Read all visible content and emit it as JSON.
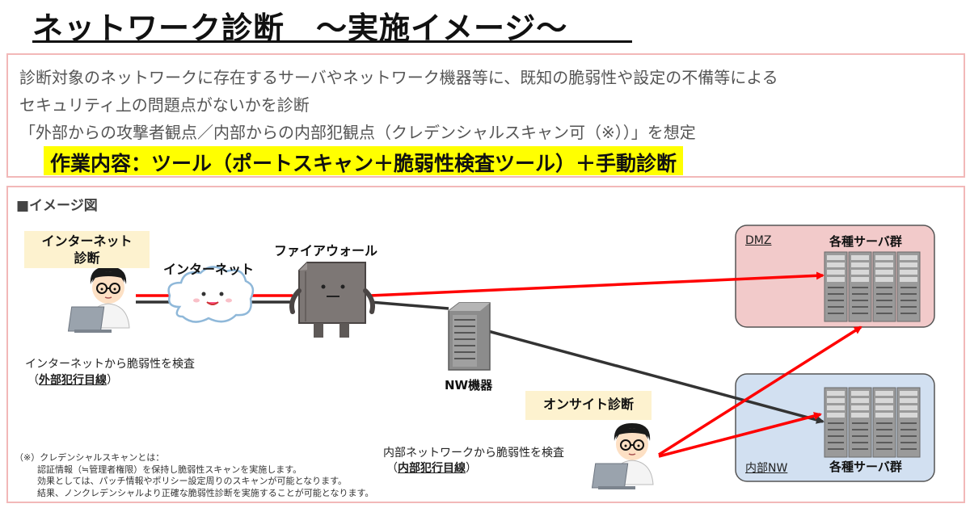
{
  "title": "ネットワーク診断　～実施イメージ～",
  "description": {
    "line1": "診断対象のネットワークに存在するサーバやネットワーク機器等に、既知の脆弱性や設定の不備等による",
    "line2": "セキュリティ上の問題点がないかを診断",
    "line3": "「外部からの攻撃者観点／内部からの内部犯観点（クレデンシャルスキャン可（※））」を想定",
    "work": "作業内容：ツール（ポートスキャン＋脆弱性検査ツール）＋手動診断"
  },
  "image": {
    "heading": "■イメージ図",
    "internet_diag_tag": "インターネット\n診断",
    "internet_label": "インターネット",
    "firewall_label": "ファイアウォール",
    "nw_label": "NW機器",
    "onsite_tag": "オンサイト診断",
    "external_text": "インターネットから脆弱性を検査",
    "external_sub": "外部犯行目線",
    "internal_text": "内部ネットワークから脆弱性を検査",
    "internal_sub": "内部犯行目線",
    "dmz": {
      "zone": "DMZ",
      "servers": "各種サーバ群"
    },
    "internal": {
      "zone": "内部NW",
      "servers": "各種サーバ群"
    }
  },
  "note": {
    "line1": "（※）クレデンシャルスキャンとは：",
    "line2": "認証情報（≒管理者権限）を保持し脆弱性スキャンを実施します。",
    "line3": "効果としては、パッチ情報やポリシー設定周りのスキャンが可能となります。",
    "line4": "結果、ノンクレデンシャルより正確な脆弱性診断を実施することが可能となります。"
  },
  "colors": {
    "accent_red": "#ff0000",
    "line_dark": "#333333",
    "highlight": "#ffff00",
    "dmz_fill": "#f2caca",
    "internal_fill": "#d2e0f1",
    "tag_fill": "#fdf2cf",
    "border_pink": "#f2b8b8"
  }
}
